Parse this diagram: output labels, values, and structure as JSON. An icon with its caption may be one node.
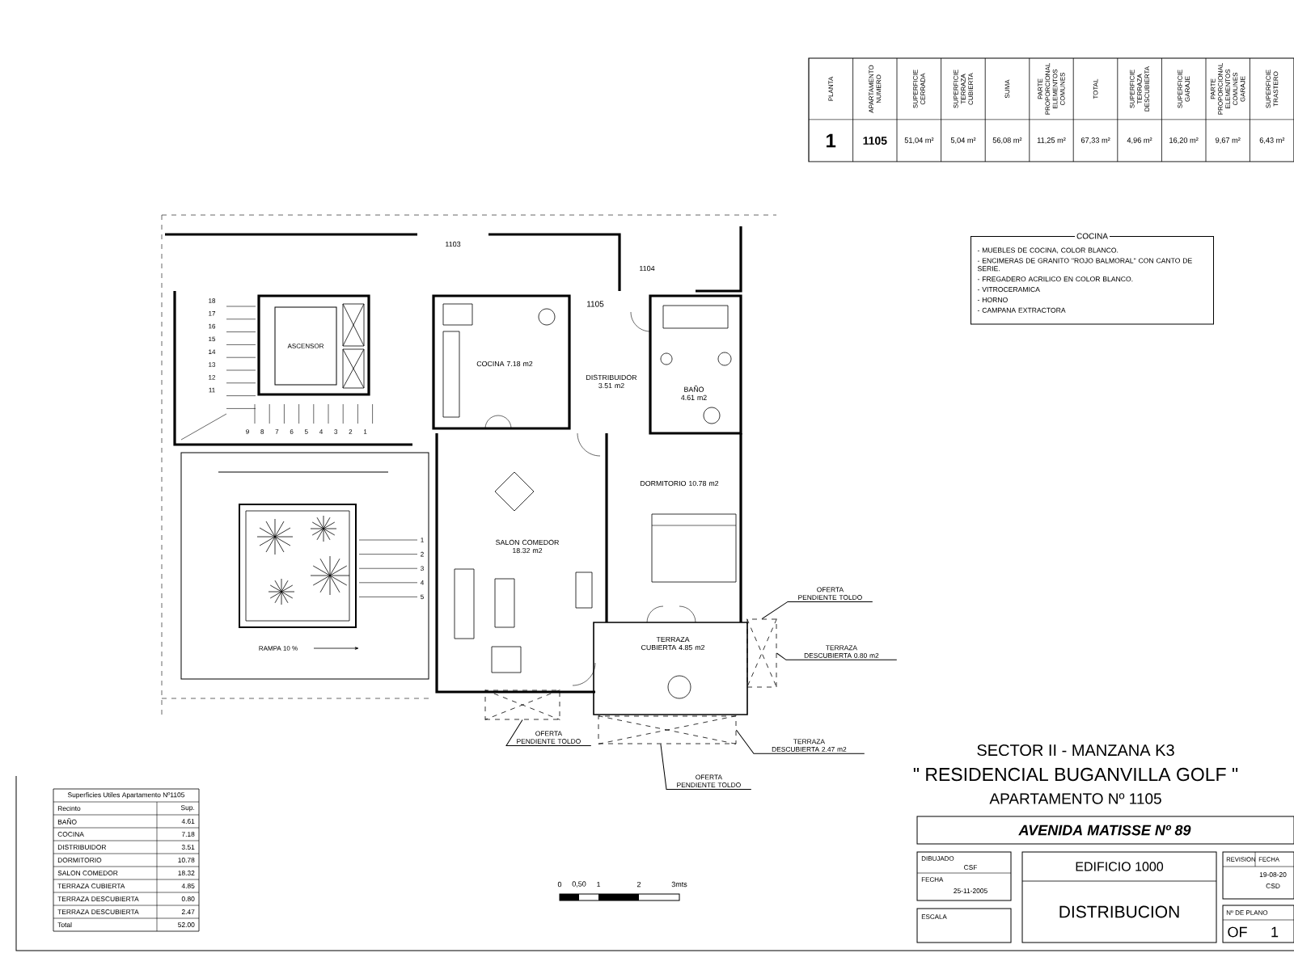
{
  "diagram": {
    "nodes": [
      {
        "text": [
          "OFERTA PENDIENTE TOLDO"
        ]
      },
      {
        "text": [
          "TERRAZA DESCUBIERTA 0.80 m2"
        ]
      },
      {
        "text": [
          "OFERTA PENDIENTE TOLDO"
        ]
      },
      {
        "text": [
          "TERRAZA DESCUBIERTA 2.47 m2"
        ]
      },
      {
        "text": [
          "OFERTA PENDIENTE TOLDO"
        ]
      },
      {
        "text": [],
        "shape": "box"
      },
      {
        "text": [],
        "shape": "box"
      },
      {
        "text": [],
        "shape": "box"
      },
      {
        "text": [
          "COCINA",
          "- MUEBLES DE COCINA, COLOR BLANCO.",
          "- ENCIMERAS DE GRANITO \"ROJO BALMORAL\" CON CANTO DE SERIE.",
          "- FREGADERO ACRILICO EN COLOR BLANCO.",
          "- VITROCERAMICA",
          "- HORNO",
          "- CAMPANA EXTRACTORA"
        ]
      }
    ],
    "edges": [
      {
        "from": 0,
        "to": 7,
        "arrow": "none"
      },
      {
        "from": 1,
        "to": 7,
        "arrow": "none"
      },
      {
        "from": 2,
        "to": 5,
        "arrow": "none"
      },
      {
        "from": 3,
        "to": 6,
        "arrow": "none"
      },
      {
        "from": 4,
        "to": 6,
        "arrow": "none"
      }
    ],
    "labels": [
      "PLANTA",
      "APARTAMENTO NUMERO",
      "SUPERFICIE CERRADA",
      "SUPERFICIE TERRAZA CUBIERTA",
      "SUMA",
      "PARTE PROPORCIONAL ELEMENTOS COMUNES",
      "TOTAL",
      "SUPERFICIE TERRAZA DESCUBIERTA",
      "SUPERFICIE GARAJE",
      "PARTE PROPORCIONAL ELEMENTOS COMUNES GARAJE",
      "SUPERFICIE TRASTERO",
      "1",
      "1105",
      "51,04 m²",
      "5,04 m²",
      "56,08 m²",
      "11,25 m²",
      "67,33 m²",
      "4,96 m²",
      "16,20 m²",
      "9,67 m²",
      "6,43 m²",
      "1103",
      "1104",
      "1105",
      "18",
      "17",
      "16",
      "15",
      "14",
      "13",
      "12",
      "11",
      "ASCENSOR",
      "COCINA 7.18 m2",
      "DISTRIBUIDOR 3.51 m2",
      "BAÑO 4.61 m2",
      "9",
      "8",
      "7",
      "6",
      "5",
      "4",
      "3",
      "2",
      "1",
      "DORMITORIO 10.78 m2",
      "1",
      "2",
      "3",
      "4",
      "5",
      "SALON COMEDOR 18.32 m2",
      "TERRAZA CUBIERTA 4.85 m2",
      "RAMPA 10 %",
      "SECTOR II - MANZANA K3",
      "\" RESIDENCIAL BUGANVILLA GOLF \"",
      "APARTAMENTO Nº 1105",
      "AVENIDA MATISSE Nº 89",
      "Superficies Utiles Apartamento Nº1105",
      "Recinto",
      "Sup.",
      "BAÑO",
      "4.61",
      "COCINA",
      "7.18",
      "DISTRIBUIDOR",
      "3.51",
      "DORMITORIO",
      "10.78",
      "SALON COMEDOR",
      "18.32",
      "TERRAZA CUBIERTA",
      "4.85",
      "TERRAZA DESCUBIERTA",
      "0.80",
      "TERRAZA DESCUBIERTA",
      "2.47",
      "Total",
      "52.00",
      "0",
      "0,50",
      "1",
      "2",
      "3mts",
      "DIBUJADO",
      "CSF",
      "FECHA",
      "25-11-2005",
      "ESCALA",
      "EDIFICIO 1000",
      "DISTRIBUCION",
      "REVISION",
      "FECHA",
      "19-08-20",
      "CSD",
      "Nº DE PLANO",
      "OF",
      "1"
    ]
  }
}
